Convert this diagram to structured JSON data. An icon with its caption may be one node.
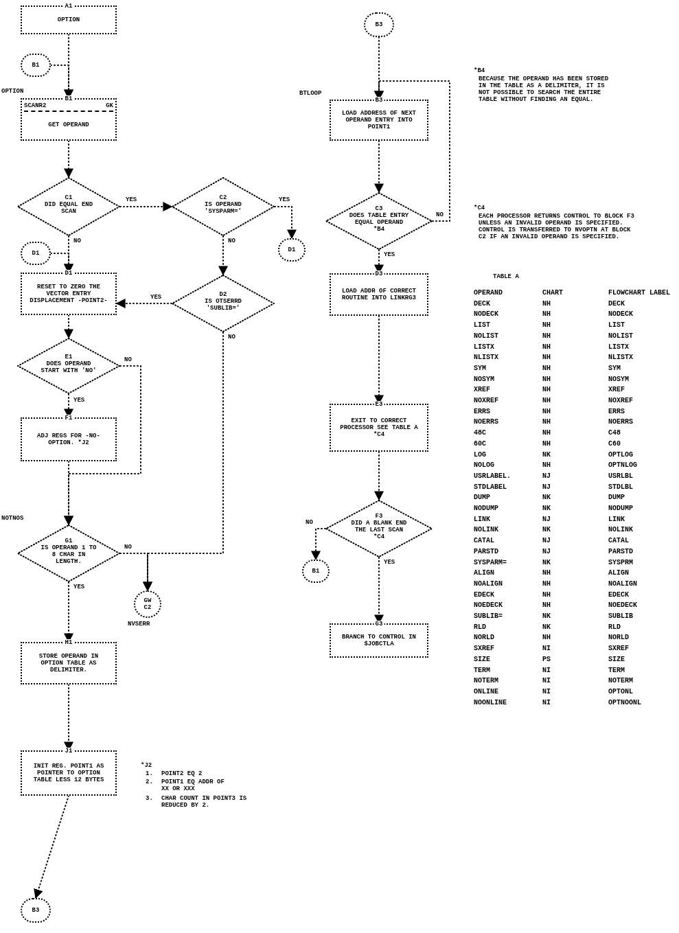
{
  "diagram": {
    "nodes": [
      {
        "text": [
          "A1",
          "OPTION"
        ]
      },
      {
        "text": [
          "B1"
        ]
      },
      {
        "text": [
          "B1",
          "SCANR2",
          "GK",
          "GET OPERAND"
        ],
        "beside": [
          "OPTION"
        ]
      },
      {
        "text": [
          "C1",
          "DID EQUAL END SCAN"
        ]
      },
      {
        "text": [
          "D1"
        ]
      },
      {
        "text": [
          "D1",
          "RESET TO ZERO THE VECTOR ENTRY DISPLACEMENT -POINT2-"
        ]
      },
      {
        "text": [
          "E1",
          "DOES OPERAND START WITH 'NO'"
        ]
      },
      {
        "text": [
          "F1",
          "ADJ REGS FOR -NO- OPTION. *J2"
        ]
      },
      {
        "text": [
          "G1",
          "IS OPERAND 1 TO 8 CHAR IN LENGTH."
        ],
        "beside": [
          "NOTNOS"
        ]
      },
      {
        "text": [
          "H1",
          "STORE OPERAND IN OPTION TABLE AS DELIMITER."
        ]
      },
      {
        "text": [
          "J1",
          "INIT REG. POINT1 AS POINTER TO OPTION TABLE LESS 12 BYTES"
        ]
      },
      {
        "text": [
          "B3"
        ]
      },
      {
        "text": [
          "C2",
          "IS OPERAND 'SYSPARM='"
        ]
      },
      {
        "text": [
          "D1"
        ]
      },
      {
        "text": [
          "D2",
          "IS OTSERRD 'SUBLIB='"
        ]
      },
      {
        "text": [
          "GW",
          "C2"
        ],
        "beside": [
          "NVSERR"
        ]
      },
      {
        "text": [
          "B3"
        ]
      },
      {
        "text": [
          "B3",
          "LOAD ADDRESS OF NEXT OPERAND ENTRY INTO POINT1"
        ],
        "beside": [
          "BTLOOP"
        ]
      },
      {
        "text": [
          "C3",
          "DOES TABLE ENTRY EQUAL OPERAND *B4"
        ]
      },
      {
        "text": [
          "D3",
          "LOAD ADDR OF CORRECT ROUTINE INTO LINKRG3"
        ]
      },
      {
        "text": [
          "E3",
          "EXIT TO CORRECT PROCESSOR SEE TABLE A *C4"
        ]
      },
      {
        "text": [
          "F3",
          "DID A BLANK END THE LAST SCAN *C4"
        ]
      },
      {
        "text": [
          "B1"
        ]
      },
      {
        "text": [
          "G3",
          "BRANCH TO CONTROL IN $JOBCTLA"
        ]
      }
    ],
    "edges": [
      {
        "from": 0,
        "to": 2,
        "arrow": "to"
      },
      {
        "from": 1,
        "to": 2,
        "arrow": "to"
      },
      {
        "from": 2,
        "to": 3,
        "arrow": "to"
      },
      {
        "from": 3,
        "to": 12,
        "arrow": "to",
        "label": "YES"
      },
      {
        "from": 3,
        "to": 5,
        "arrow": "to",
        "label": "NO"
      },
      {
        "from": 4,
        "to": 5,
        "arrow": "to"
      },
      {
        "from": 12,
        "to": 13,
        "arrow": "to",
        "label": "YES"
      },
      {
        "from": 12,
        "to": 14,
        "arrow": "to",
        "label": "NO"
      },
      {
        "from": 14,
        "to": 5,
        "arrow": "to",
        "label": "YES"
      },
      {
        "from": 14,
        "to": 15,
        "arrow": "to",
        "label": "NO"
      },
      {
        "from": 5,
        "to": 6,
        "arrow": "to"
      },
      {
        "from": 6,
        "to": 7,
        "arrow": "to",
        "label": "YES"
      },
      {
        "from": 6,
        "to": 8,
        "arrow": "to",
        "label": "NO"
      },
      {
        "from": 7,
        "to": 8,
        "arrow": "to"
      },
      {
        "from": 8,
        "to": 9,
        "arrow": "to",
        "label": "YES"
      },
      {
        "from": 8,
        "to": 15,
        "arrow": "to",
        "label": "NO"
      },
      {
        "from": 9,
        "to": 10,
        "arrow": "to"
      },
      {
        "from": 10,
        "to": 11,
        "arrow": "to"
      },
      {
        "from": 16,
        "to": 17,
        "arrow": "to"
      },
      {
        "from": 18,
        "to": 17,
        "arrow": "to",
        "label": "NO"
      },
      {
        "from": 17,
        "to": 18,
        "arrow": "to"
      },
      {
        "from": 18,
        "to": 19,
        "arrow": "to",
        "label": "YES"
      },
      {
        "from": 19,
        "to": 20,
        "arrow": "to"
      },
      {
        "from": 20,
        "to": 21,
        "arrow": "to"
      },
      {
        "from": 21,
        "to": 22,
        "arrow": "to",
        "label": "NO"
      },
      {
        "from": 21,
        "to": 23,
        "arrow": "to",
        "label": "YES"
      }
    ],
    "labels": [
      "*B4",
      "BECAUSE THE OPERAND HAS BEEN STORED IN THE TABLE AS A DELIMITER, IT IS NOT POSSIBLE TO SEARCH THE ENTIRE TABLE WITHOUT FINDING AN EQUAL.",
      "*C4",
      "EACH PROCESSOR RETURNS CONTROL TO BLOCK F3 UNLESS AN INVALID OPERAND IS SPECIFIED. CONTROL IS TRANSFERRED TO NVOPTN AT BLOCK C2 IF AN INVALID OPERAND IS SPECIFIED.",
      "*J2",
      "1.",
      "POINT2 EQ 2",
      "2.",
      "POINT1 EQ ADDR OF XX OR XXX",
      "3.",
      "CHAR COUNT IN POINT3 IS REDUCED BY 2.",
      "TABLE A",
      "OPERAND",
      "CHART",
      "FLOWCHART LABEL",
      "DECK",
      "NH",
      "DECK",
      "NODECK",
      "NH",
      "NODECK",
      "LIST",
      "NH",
      "LIST",
      "NOLIST",
      "NH",
      "NOLIST",
      "LISTX",
      "NH",
      "LISTX",
      "NLISTX",
      "NH",
      "NLISTX",
      "SYM",
      "NH",
      "SYM",
      "NOSYM",
      "NH",
      "NOSYM",
      "XREF",
      "NH",
      "XREF",
      "NOXREF",
      "NH",
      "NOXREF",
      "ERRS",
      "NH",
      "ERRS",
      "NOERRS",
      "NH",
      "NOERRS",
      "48C",
      "NH",
      "C48",
      "60C",
      "NH",
      "C60",
      "LOG",
      "NK",
      "OPTLOG",
      "NOLOG",
      "NH",
      "OPTNLOG",
      "USRLABEL.",
      "NJ",
      "USRLBL",
      "STDLABEL",
      "NJ",
      "STDLBL",
      "DUMP",
      "NK",
      "DUMP",
      "NODUMP",
      "NK",
      "NODUMP",
      "LINK",
      "NJ",
      "LINK",
      "NOLINK",
      "NK",
      "NOLINK",
      "CATAL",
      "NJ",
      "CATAL",
      "PARSTD",
      "NJ",
      "PARSTD",
      "SYSPARM=",
      "NK",
      "SYSPRM",
      "ALIGN",
      "NH",
      "ALIGN",
      "NOALIGN",
      "NH",
      "NOALIGN",
      "EDECK",
      "NH",
      "EDECK",
      "NOEDECK",
      "NH",
      "NOEDECK",
      "SUBLIB=",
      "NK",
      "SUBLIB",
      "RLD",
      "NK",
      "RLD",
      "NORLD",
      "NH",
      "NORLD",
      "SXREF",
      "NI",
      "SXREF",
      "SIZE",
      "PS",
      "SIZE",
      "TERM",
      "NI",
      "TERM",
      "NOTERM",
      "NI",
      "NOTERM",
      "ONLINE",
      "NI",
      "OPTONL",
      "NOONLINE",
      "NI",
      "OPTNOONL"
    ]
  }
}
